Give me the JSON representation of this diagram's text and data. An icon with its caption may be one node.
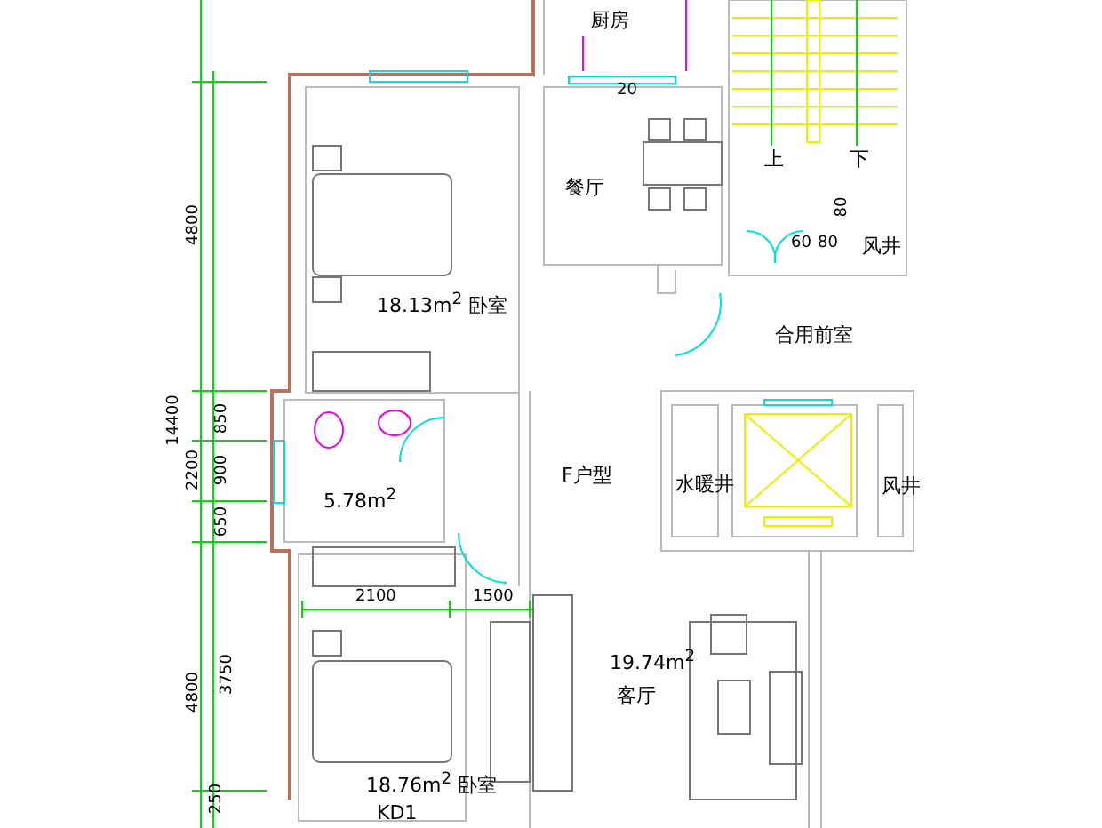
{
  "diagram": {
    "labels": [
      "厨房",
      "20",
      "餐厅",
      "上",
      "下",
      "80",
      "60",
      "80",
      "风井",
      "4800",
      "18.13m$^{2}$ 卧室",
      "合用前室",
      "14400",
      "850",
      "2200",
      "900",
      "650",
      "5.78m$^{2}$",
      "F户型",
      "水暖井",
      "风井",
      "2100",
      "1500",
      "19.74m$^{2}$",
      "3750",
      "4800",
      "客厅",
      "18.76m$^{2}$ 卧室",
      "250",
      "KD1"
    ]
  }
}
